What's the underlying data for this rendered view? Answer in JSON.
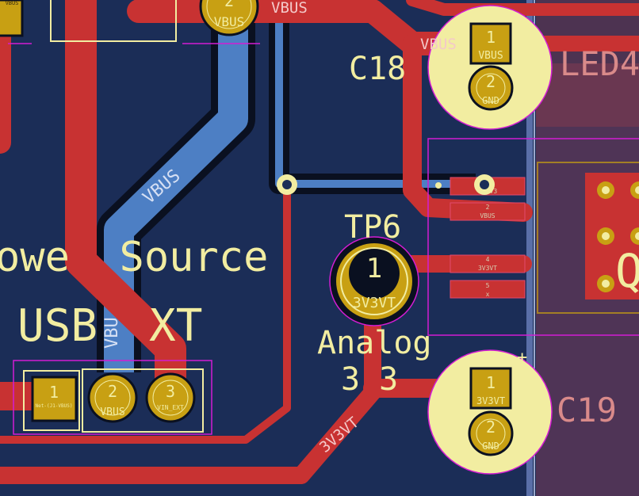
{
  "silkscreen": {
    "c18": "C18",
    "led4": "LED4",
    "tp6": "TP6",
    "c19": "C19",
    "power_source": "owe  Source",
    "usb_ext": "USB",
    "usb_ext_tail": "XT",
    "analog": "Analog",
    "analog_3v3": "3 3"
  },
  "nets": {
    "vbus_top": "VBUS",
    "vbus_c18": "VBUS",
    "vbus_diag": "VBUS",
    "vbus_vertical": "VBU",
    "v3v3vt_diag": "3V3VT"
  },
  "pads": {
    "top_partial": {
      "number": "2",
      "net": "VBUS"
    },
    "left_partial": {
      "text": "VBUS"
    },
    "c18_pad1": {
      "number": "1",
      "net": "VBUS"
    },
    "c18_pad2": {
      "number": "2",
      "net": "GND"
    },
    "tp6_pad": {
      "number": "1",
      "net": "3V3VT"
    },
    "c19_pad1": {
      "number": "1",
      "net": "3V3VT"
    },
    "c19_pad2": {
      "number": "2",
      "net": "GND"
    },
    "conn_pad1": {
      "number": "1",
      "net": "Net-(J1-VBUS)"
    },
    "conn_pad2": {
      "number": "2",
      "net": "VBUS"
    },
    "conn_pad3": {
      "number": "3",
      "net": "VIN_EXT"
    },
    "ic_pad1": {
      "number": "1",
      "net": "3V3"
    },
    "ic_pad2": {
      "number": "2",
      "net": "VBUS"
    },
    "ic_pad4": {
      "number": "4",
      "net": "3V3VT"
    },
    "ic_pad5": {
      "number": "5",
      "net": "x"
    },
    "ic_q_label": "Q"
  },
  "colors": {
    "board": "#1b2d57",
    "front_copper": "#c83232",
    "back_copper": "#4d7fc4",
    "silkscreen": "#f2eda1",
    "pad": "#c8a013",
    "courtyard": "#d31dd3"
  }
}
